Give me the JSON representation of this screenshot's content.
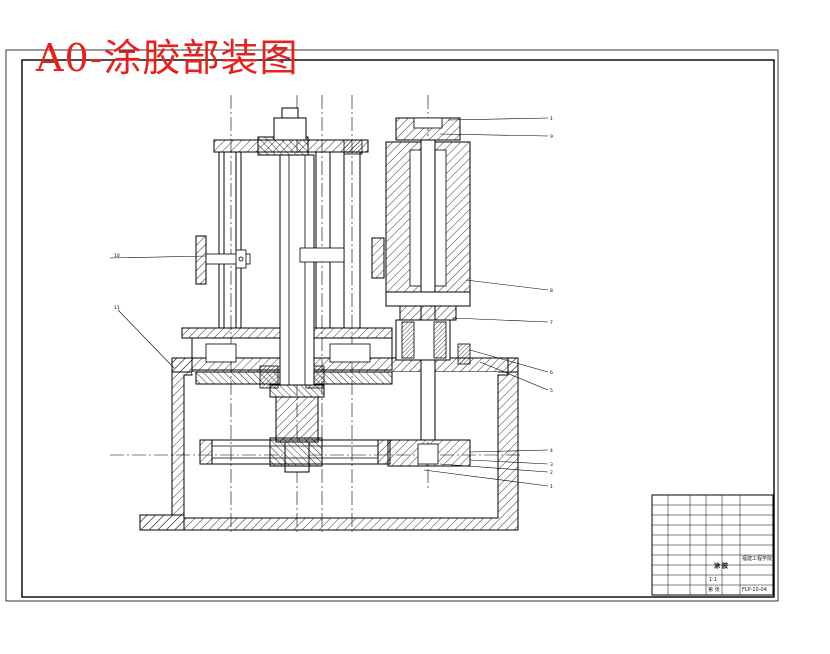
{
  "title": "A0-涂胶部装图",
  "colors": {
    "title": "#e8201c",
    "line": "#000000",
    "centerline": "#000000",
    "hatch": "#000000",
    "background": "#ffffff"
  },
  "callouts": {
    "left": [
      "10",
      "11"
    ],
    "right": [
      "1",
      "9",
      "8",
      "7",
      "6",
      "5",
      "4",
      "3",
      "2",
      "1"
    ]
  },
  "title_block": {
    "part_name": "涂 胶",
    "company": "福建工程学院",
    "drawing_no": "FLP-10-04",
    "scale": "1:1",
    "sheet": "第 张"
  }
}
